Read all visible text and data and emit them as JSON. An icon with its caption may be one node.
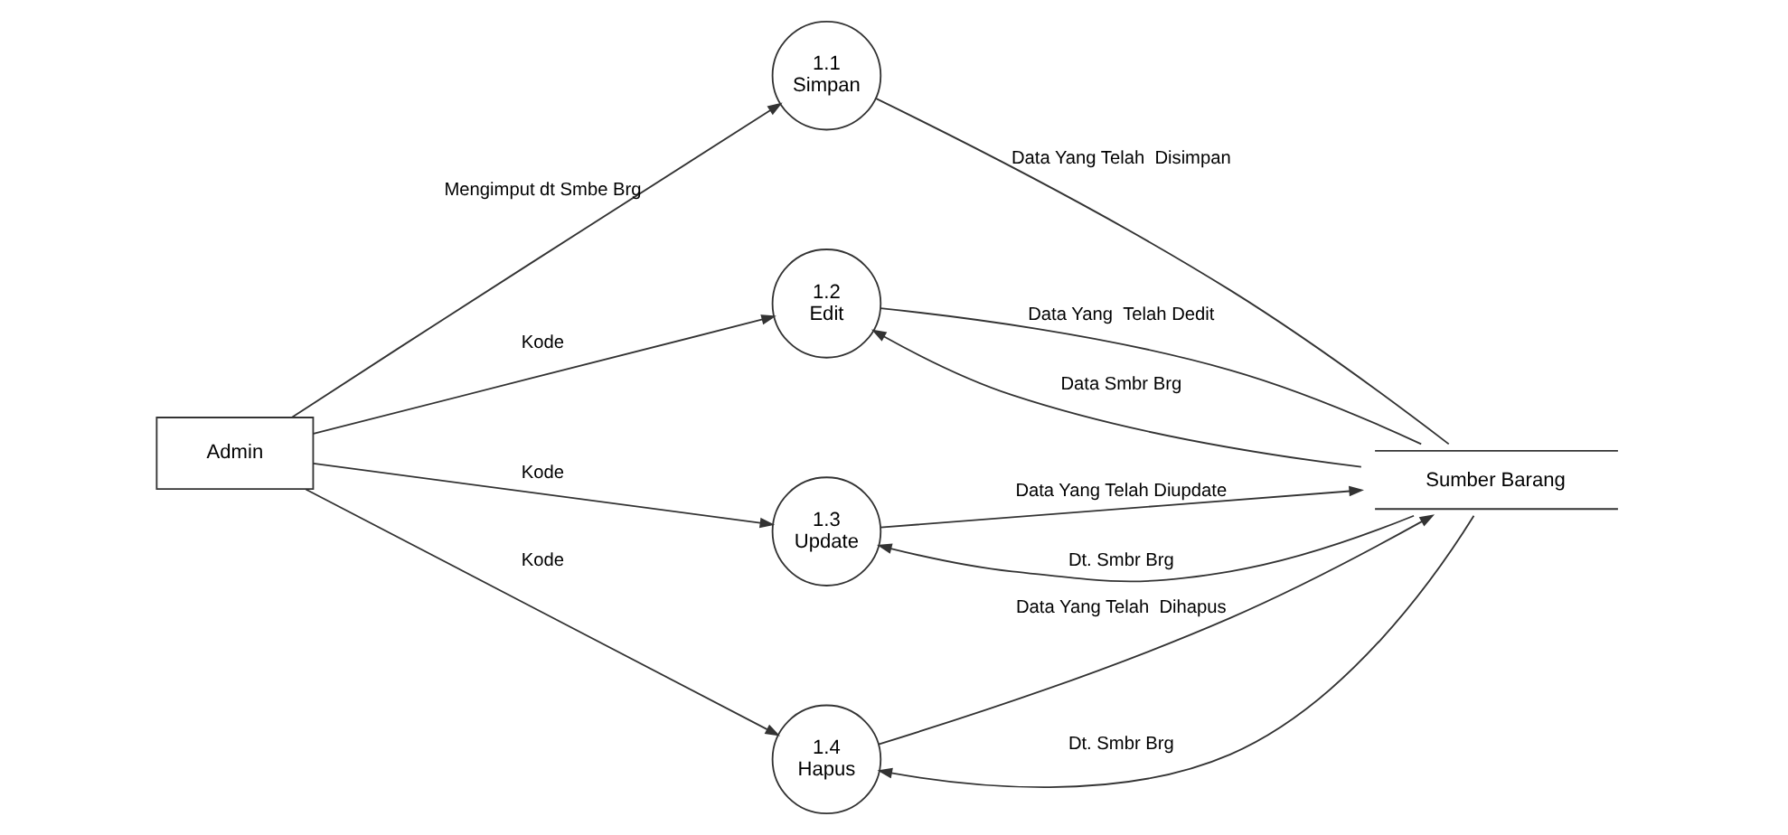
{
  "diagram": {
    "nodes": [
      {
        "text": [
          "Admin"
        ]
      },
      {
        "text": [
          "1.1",
          "Simpan"
        ]
      },
      {
        "text": [
          "1.2",
          "Edit"
        ]
      },
      {
        "text": [
          "1.3",
          "Update"
        ]
      },
      {
        "text": [
          "1.4",
          "Hapus"
        ]
      },
      {
        "text": [
          "Sumber Barang"
        ]
      }
    ],
    "edges": [
      {
        "from": 0,
        "to": 1,
        "arrow": "to",
        "label": "Mengimput dt Smbe Brg"
      },
      {
        "from": 1,
        "to": 5,
        "arrow": "none",
        "label": "Data Yang Telah  Disimpan"
      },
      {
        "from": 5,
        "to": 2,
        "arrow": "to",
        "label": "Data Smbr Brg"
      },
      {
        "from": 0,
        "to": 2,
        "arrow": "to",
        "label": "Kode"
      },
      {
        "from": 2,
        "to": 5,
        "arrow": "none",
        "label": "Data Yang  Telah Dedit"
      },
      {
        "from": 5,
        "to": 3,
        "arrow": "to",
        "label": "Dt. Smbr Brg"
      },
      {
        "from": 0,
        "to": 3,
        "arrow": "to",
        "label": "Kode"
      },
      {
        "from": 3,
        "to": 5,
        "arrow": "to",
        "label": "Data Yang Telah Diupdate"
      },
      {
        "from": 5,
        "to": 4,
        "arrow": "to",
        "label": "Dt. Smbr Brg"
      },
      {
        "from": 0,
        "to": 4,
        "arrow": "to",
        "label": "Kode"
      },
      {
        "from": 4,
        "to": 5,
        "arrow": "to",
        "label": "Data Yang Telah  Dihapus"
      }
    ]
  }
}
